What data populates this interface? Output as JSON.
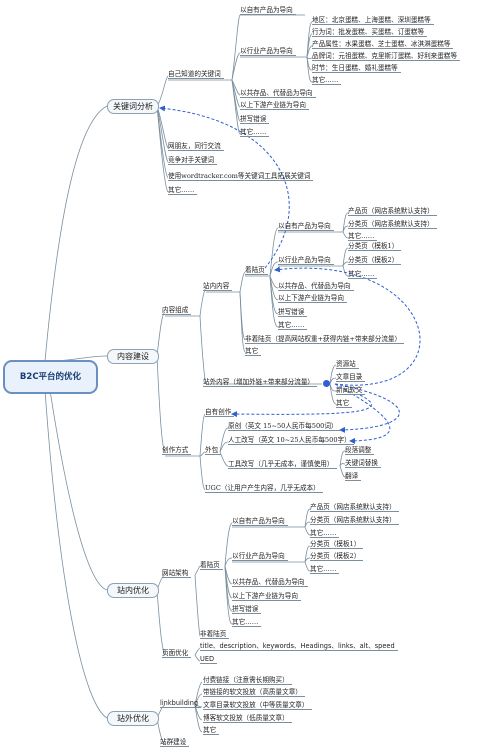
{
  "root": "B2C平台的优化",
  "branches": {
    "keywords": {
      "title": "关键词分析",
      "known": "自己知道的关键词",
      "own_product": "以自有产品为导向",
      "industry": "以行业产品为导向",
      "industry_items": [
        "地区：北京蛋糕、上海蛋糕、深圳蛋糕等",
        "行为词：批发蛋糕、买蛋糕、订蛋糕等",
        "产品属性：水果蛋糕、芝士蛋糕、冰淇淋蛋糕等",
        "品牌词：元祖蛋糕、克里斯汀蛋糕、好利来蛋糕等",
        "时节：生日蛋糕、婚礼蛋糕等",
        "其它……"
      ],
      "share_stock": "以共存品、代替品为导向",
      "updown": "以上下游产业链为导向",
      "typo": "拼写错误",
      "other1": "其它……",
      "netfriends": "网朋友，同行交流",
      "competitor": "竞争对手关键词",
      "wordtracker": "使用wordtracker.com等关键词工具拓展关键词",
      "other2": "其它……"
    },
    "content": {
      "title": "内容建设",
      "composition": "内容组成",
      "onsite": "站内内容",
      "landing": "着陆页",
      "own_product": "以自有产品为导向",
      "own_items": [
        "产品页（网店系统默认支持）",
        "分类页（网店系统默认支持）",
        "其它……"
      ],
      "industry": "以行业产品为导向",
      "industry_items": [
        "分类页（模板1）",
        "分类页（模板2）",
        "其它……"
      ],
      "share_stock": "以共存品、代替品为导向",
      "updown": "以上下游产业链为导向",
      "typo": "拼写错误",
      "other": "其它……",
      "non_landing": "非着陆页（提高网站权重+获得内链+带来部分流量）",
      "other2": "其它",
      "offsite": "站外内容（增加外链+带来部分流量）",
      "offsite_items": [
        "资源站",
        "文章目录",
        "新闻软文",
        "其它"
      ],
      "creation": "创作方式",
      "self_create": "自有创作",
      "outsource": "外包",
      "out_items": [
        "原创（英文 15~50人民币每500词）",
        "人工改写（英文 10~25人民币每500字）",
        "工具改写（几乎无成本，谨慎使用）"
      ],
      "rewrite_items": [
        "段落调整",
        "关键词替换",
        "翻译"
      ],
      "ugc": "UGC（让用户产生内容，几乎无成本）"
    },
    "onsite_opt": {
      "title": "站内优化",
      "arch": "网站架构",
      "landing": "着陆页",
      "own_product": "以自有产品为导向",
      "own_items": [
        "产品页（网店系统默认支持）",
        "分类页（网店系统默认支持）",
        "其它……"
      ],
      "industry": "以行业产品为导向",
      "industry_items": [
        "分类页（模板1）",
        "分类页（模板2）",
        "其它……"
      ],
      "share_stock": "以共存品、代替品为导向",
      "updown": "以上下游产业链为导向",
      "typo": "拼写错误",
      "other": "其它……",
      "non_landing": "非着陆页",
      "page_opt": "页面优化",
      "page_items": [
        "title、description、keywords、Headings、links、alt、speed",
        "UED"
      ]
    },
    "offsite_opt": {
      "title": "站外优化",
      "linkbuilding": "linkbuilding",
      "lb_items": [
        "付费链接（注意需长期购买）",
        "带链接的软文投放（高质量文章）",
        "文章目录软文投放（中等质量文章）",
        "博客软文投放（低质量文章）",
        "其它"
      ],
      "group": "站群建设"
    }
  },
  "colors": {
    "line": "#7a8f9e",
    "accent": "#2f5fd0",
    "root_border": "#6b8fc0"
  }
}
